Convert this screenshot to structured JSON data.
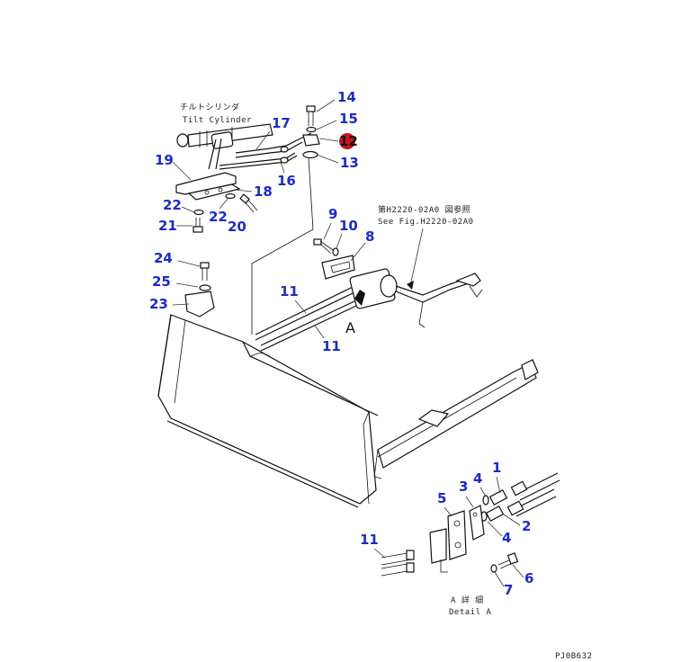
{
  "labels": {
    "tilt_cylinder_jp": "チルトシリンダ",
    "tilt_cylinder_en": "Tilt Cylinder",
    "see_fig_jp": "第H2220-02A0 図参照",
    "see_fig_en": "See Fig.H2220-02A0",
    "view_a": "A",
    "detail_a_jp": "A 詳 細",
    "detail_a_en": "Detail A",
    "drawing_code": "PJ0B632"
  },
  "callouts": [
    "1",
    "2",
    "3",
    "4",
    "4",
    "5",
    "6",
    "7",
    "8",
    "9",
    "10",
    "11",
    "11",
    "11",
    "12",
    "13",
    "14",
    "15",
    "16",
    "17",
    "18",
    "19",
    "20",
    "21",
    "22",
    "22",
    "23",
    "24",
    "25"
  ],
  "highlight_color": "#c8141e",
  "callout_color": "#1b2bc8"
}
